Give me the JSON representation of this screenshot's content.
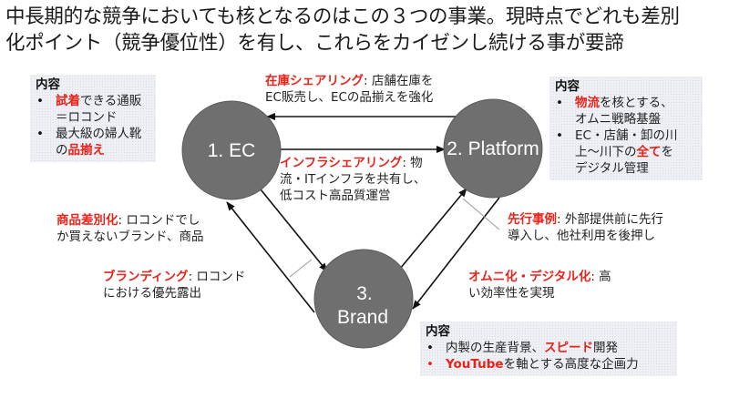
{
  "title": {
    "line1": "中長期的な競争においても核となるのはこの３つの事業。現時点でどれも差別",
    "line2": "化ポイント（競争優位性）を有し、これらをカイゼンし続ける事が要諦"
  },
  "nodes": {
    "ec": {
      "label": "1. EC"
    },
    "platform": {
      "label": "2. Platform"
    },
    "brand": {
      "label_line1": "3.",
      "label_line2": "Brand"
    }
  },
  "colors": {
    "node_fill": "#6f6f6f",
    "accent_red": "#e8231a",
    "arrow": "#111111",
    "box_bg": "#eef0f5"
  },
  "boxes": {
    "ec": {
      "heading": "内容",
      "items": [
        {
          "red": "試着",
          "rest": "できる通販",
          "cont": "＝ロコンド"
        },
        {
          "pre": "最大級の婦人靴",
          "cont_pre": "の",
          "cont_red": "品揃え"
        }
      ]
    },
    "platform": {
      "heading": "内容",
      "items": [
        {
          "red": "物流",
          "rest": "を核とする、",
          "cont": "オムニ戦略基盤"
        },
        {
          "pre": "EC・店舗・卸の川",
          "cont_pre": "上～川下の",
          "cont_red": "全て",
          "cont_post": "を",
          "cont2": "デジタル管理"
        }
      ]
    },
    "brand": {
      "heading": "内容",
      "items": [
        {
          "pre": "内製の生産背景、",
          "red": "スピード",
          "post": "開発"
        },
        {
          "red": "YouTube",
          "post": "を軸とする高度な企画力"
        }
      ]
    }
  },
  "edges": {
    "inventory_sharing": {
      "key": "在庫シェアリング",
      "line1": ": 店舗在庫を",
      "line2": "EC販売し、ECの品揃えを強化"
    },
    "infra_sharing": {
      "key": "インフラシェアリング",
      "line1": ": 物",
      "line2": "流・ITインフラを共有し、",
      "line3": "低コスト高品質運営"
    },
    "product_diff": {
      "key": "商品差別化",
      "line1": ": ロコンドでし",
      "line2": "か買えないブランド、商品"
    },
    "branding": {
      "key": "ブランディング",
      "line1": ": ロコンド",
      "line2": "における優先露出"
    },
    "precedent": {
      "key": "先行事例",
      "line1": ": 外部提供前に先行",
      "line2": "導入し、他社利用を後押し"
    },
    "omni_digital": {
      "key": "オムニ化・デジタル化",
      "line1": ": 高",
      "line2": "い効率性を実現"
    }
  }
}
